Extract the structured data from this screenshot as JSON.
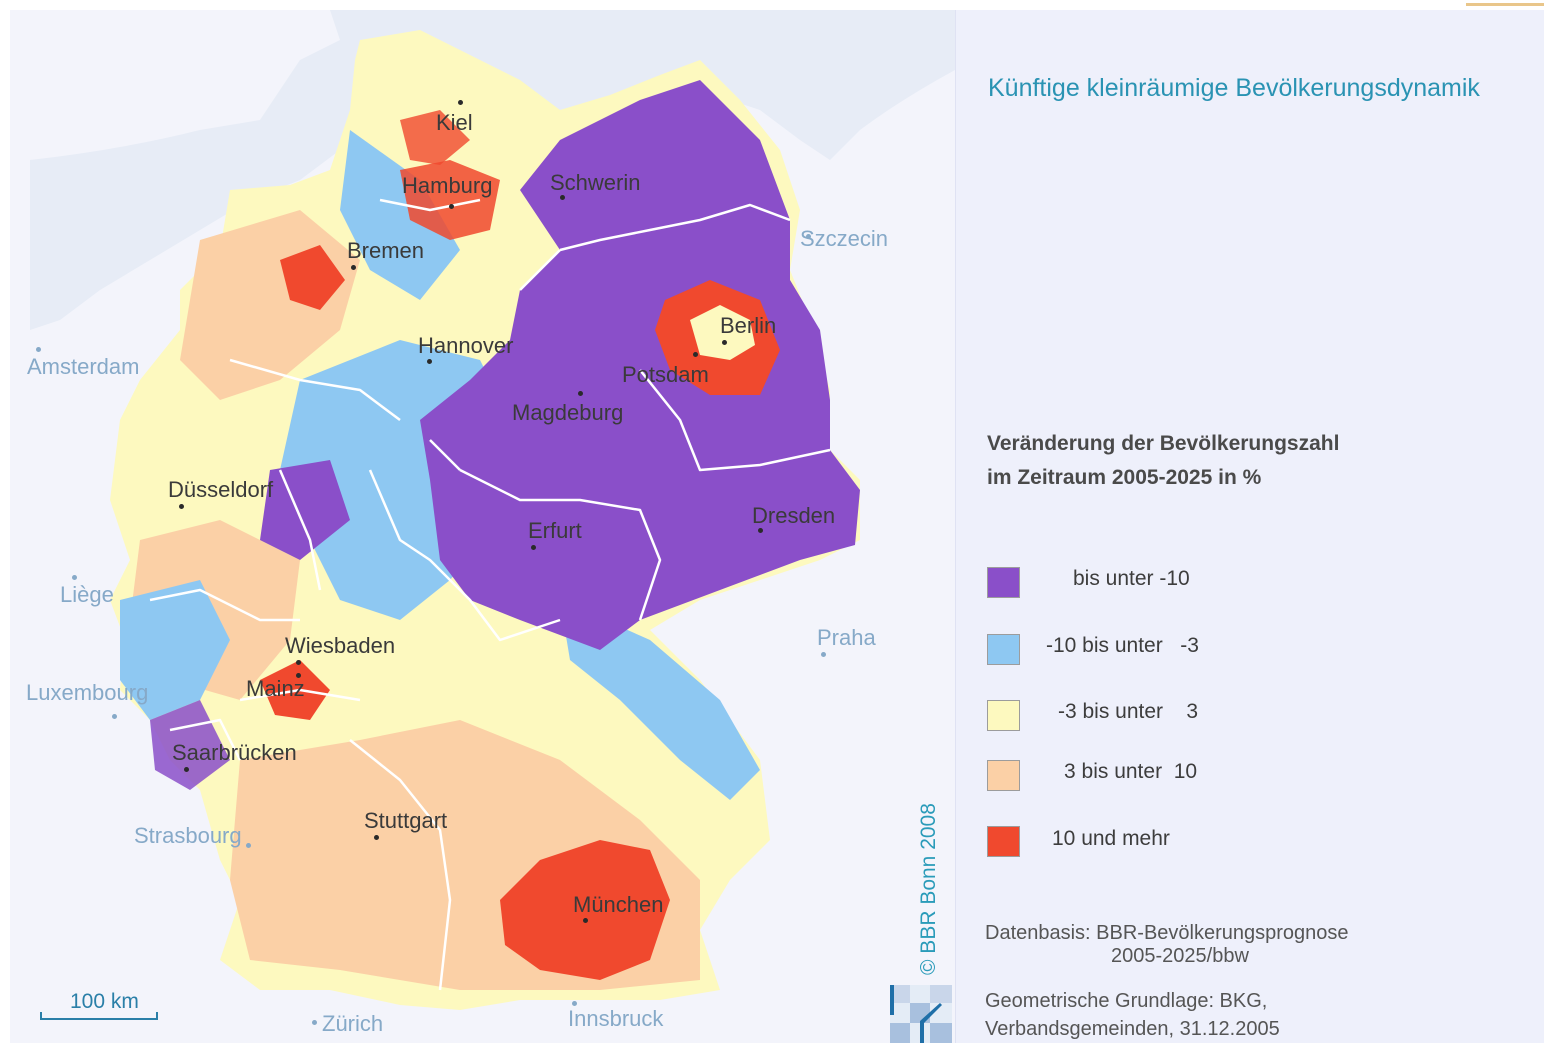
{
  "title": "Künftige kleinräumige Bevölkerungsdynamik",
  "legend": {
    "title_line1": "Veränderung der Bevölkerungszahl",
    "title_line2": "im Zeitraum 2005-2025 in %",
    "items": [
      {
        "label": "bis unter -10",
        "color": "#8a4fc9"
      },
      {
        "label": "-10 bis unter   -3",
        "color": "#8ec8f2"
      },
      {
        "label": "-3 bis unter    3",
        "color": "#fdf9bf"
      },
      {
        "label": "3 bis unter  10",
        "color": "#fbd0a6"
      },
      {
        "label": "10 und mehr",
        "color": "#f0492e"
      }
    ]
  },
  "source": {
    "line1": "Datenbasis: BBR-Bevölkerungsprognose",
    "line2": "2005-2025/bbw",
    "line3": "Geometrische Grundlage: BKG,",
    "line4": "Verbandsgemeinden, 31.12.2005"
  },
  "copyright": "© BBR Bonn 2008",
  "scale_label": "100 km",
  "cities": {
    "kiel": "Kiel",
    "hamburg": "Hamburg",
    "schwerin": "Schwerin",
    "bremen": "Bremen",
    "berlin": "Berlin",
    "hannover": "Hannover",
    "potsdam": "Potsdam",
    "magdeburg": "Magdeburg",
    "duesseldorf": "Düsseldorf",
    "erfurt": "Erfurt",
    "dresden": "Dresden",
    "wiesbaden": "Wiesbaden",
    "mainz": "Mainz",
    "saarbruecken": "Saarbrücken",
    "stuttgart": "Stuttgart",
    "muenchen": "München"
  },
  "foreign_cities": {
    "amsterdam": "Amsterdam",
    "liege": "Liège",
    "luxembourg": "Luxembourg",
    "strasbourg": "Strasbourg",
    "zuerich": "Zürich",
    "innsbruck": "Innsbruck",
    "praha": "Praha",
    "szczecin": "Szczecin"
  },
  "colors": {
    "sea": "#dde6f3",
    "background": "#f3f4fb",
    "border": "#ffffff"
  }
}
